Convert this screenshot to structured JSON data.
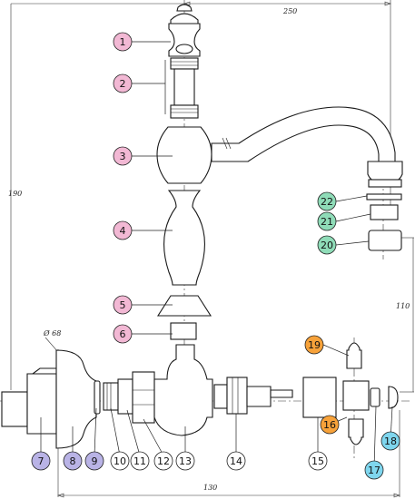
{
  "dimensions": {
    "width_top": "250",
    "height_left": "190",
    "height_right": "110",
    "width_bottom": "130",
    "flange_diameter": "Ø 68"
  },
  "colors": {
    "pink": "#f2b8d4",
    "purple": "#b9b3e6",
    "green": "#8fdcb8",
    "orange": "#f7a23a",
    "cyan": "#7fd6ee",
    "white": "#ffffff"
  },
  "callouts": [
    {
      "num": "1",
      "color": "pink"
    },
    {
      "num": "2",
      "color": "pink"
    },
    {
      "num": "3",
      "color": "pink"
    },
    {
      "num": "4",
      "color": "pink"
    },
    {
      "num": "5",
      "color": "pink"
    },
    {
      "num": "6",
      "color": "pink"
    },
    {
      "num": "7",
      "color": "purple"
    },
    {
      "num": "8",
      "color": "purple"
    },
    {
      "num": "9",
      "color": "purple"
    },
    {
      "num": "10",
      "color": "white"
    },
    {
      "num": "11",
      "color": "white"
    },
    {
      "num": "12",
      "color": "white"
    },
    {
      "num": "13",
      "color": "white"
    },
    {
      "num": "14",
      "color": "white"
    },
    {
      "num": "15",
      "color": "white"
    },
    {
      "num": "16",
      "color": "orange"
    },
    {
      "num": "17",
      "color": "cyan"
    },
    {
      "num": "18",
      "color": "cyan"
    },
    {
      "num": "19",
      "color": "orange"
    },
    {
      "num": "20",
      "color": "green"
    },
    {
      "num": "21",
      "color": "green"
    },
    {
      "num": "22",
      "color": "green"
    }
  ]
}
